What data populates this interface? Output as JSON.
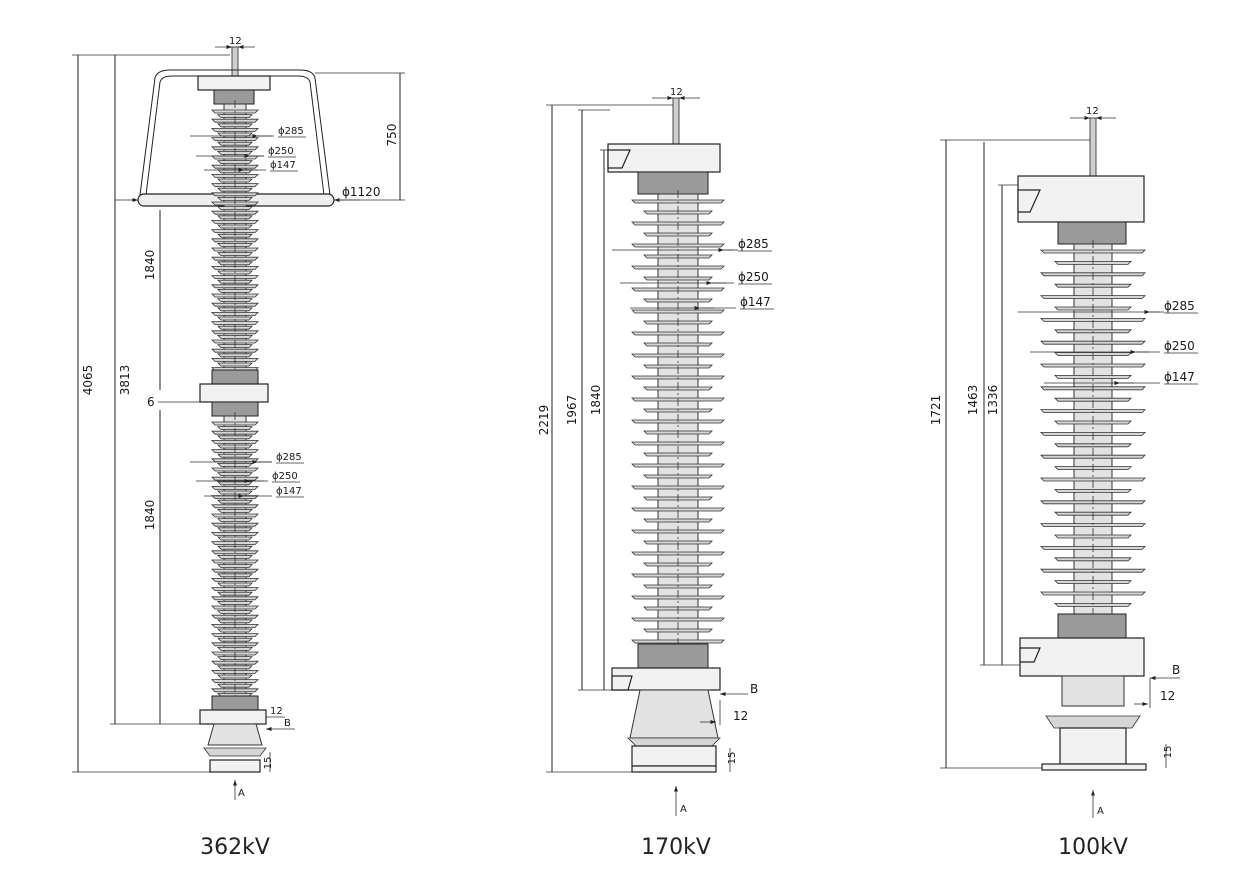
{
  "arresters": [
    {
      "id": "a362",
      "title": "362kV",
      "top_gap": "12",
      "height_total": "4065",
      "height_mid": "3813",
      "ring_height": "750",
      "ring_dia": "ϕ1120",
      "upper_unit": "1840",
      "lower_unit": "1840",
      "joint": "6",
      "upper_diameters": [
        "ϕ285",
        "ϕ250",
        "ϕ147"
      ],
      "lower_diameters": [
        "ϕ285",
        "ϕ250",
        "ϕ147"
      ],
      "base_12": "12",
      "mark_b": "B",
      "base_15": "15",
      "mark_a": "A"
    },
    {
      "id": "a170",
      "title": "170kV",
      "top_gap": "12",
      "height_total": "2219",
      "height_mid": "1967",
      "unit": "1840",
      "diameters": [
        "ϕ285",
        "ϕ250",
        "ϕ147"
      ],
      "mark_b": "B",
      "base_12": "12",
      "base_15": "15",
      "mark_a": "A"
    },
    {
      "id": "a100",
      "title": "100kV",
      "top_gap": "12",
      "height_total": "1721",
      "height_mid": "1463",
      "unit": "1336",
      "diameters": [
        "ϕ285",
        "ϕ250",
        "ϕ147"
      ],
      "mark_b": "B",
      "base_12": "12",
      "base_15": "15",
      "mark_a": "A"
    }
  ]
}
